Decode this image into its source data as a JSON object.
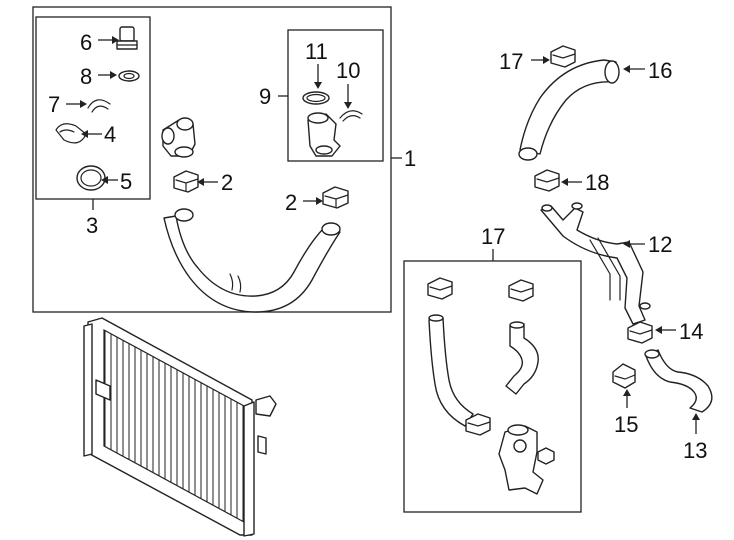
{
  "diagram": {
    "callouts": [
      {
        "id": "1",
        "text": "1"
      },
      {
        "id": "2a",
        "text": "2"
      },
      {
        "id": "2b",
        "text": "2"
      },
      {
        "id": "3",
        "text": "3"
      },
      {
        "id": "4",
        "text": "4"
      },
      {
        "id": "5",
        "text": "5"
      },
      {
        "id": "6",
        "text": "6"
      },
      {
        "id": "7",
        "text": "7"
      },
      {
        "id": "8",
        "text": "8"
      },
      {
        "id": "9",
        "text": "9"
      },
      {
        "id": "10",
        "text": "10"
      },
      {
        "id": "11",
        "text": "11"
      },
      {
        "id": "12",
        "text": "12"
      },
      {
        "id": "13",
        "text": "13"
      },
      {
        "id": "14",
        "text": "14"
      },
      {
        "id": "15",
        "text": "15"
      },
      {
        "id": "16",
        "text": "16"
      },
      {
        "id": "17a",
        "text": "17"
      },
      {
        "id": "17b",
        "text": "17"
      },
      {
        "id": "18",
        "text": "18"
      }
    ],
    "colors": {
      "line": "#222222",
      "background": "#ffffff"
    }
  }
}
